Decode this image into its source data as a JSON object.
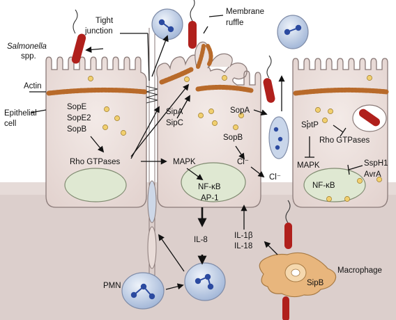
{
  "labels": {
    "salmonella_name": "Salmonella",
    "salmonella_spp": "spp.",
    "tight_junction_1": "Tight",
    "tight_junction_2": "junction",
    "membrane_ruffle_1": "Membrane",
    "membrane_ruffle_2": "ruffle",
    "actin": "Actin",
    "epithelial_1": "Epithelial",
    "epithelial_2": "cell",
    "sope": "SopE",
    "sope2": "SopE2",
    "sopb_left": "SopB",
    "rho_left": "Rho GTPases",
    "sipa": "SipA",
    "sipc": "SipC",
    "sopa": "SopA",
    "sopb_mid": "SopB",
    "cl_mid": "Cl⁻",
    "cl_right": "Cl⁻",
    "mapk_mid": "MAPK",
    "nfkb_mid": "NF-κB",
    "ap1": "AP-1",
    "sptp": "SptP",
    "rho_right": "Rho GTPases",
    "mapk_right": "MAPK",
    "ssph1": "SspH1",
    "avra": "AvrA",
    "nfkb_right": "NF-κB",
    "il8": "IL-8",
    "il1b": "IL-1β",
    "il18": "IL-18",
    "macrophage": "Macrophage",
    "sipb": "SipB",
    "pmn": "PMN"
  },
  "colors": {
    "cell_fill": "#e9dcd8",
    "cell_stroke": "#8a7a78",
    "nucleus_fill": "#dfe8d2",
    "actin": "#b86a2a",
    "granule": "#f1cf6f",
    "bacterium": "#b0201c",
    "tissue": "#d9cbc8",
    "neutrophil_fill": "#c9d6ea",
    "neutrophil_lobe": "#2b4aa0",
    "macrophage": "#e8b67d",
    "arrow": "#111111"
  }
}
